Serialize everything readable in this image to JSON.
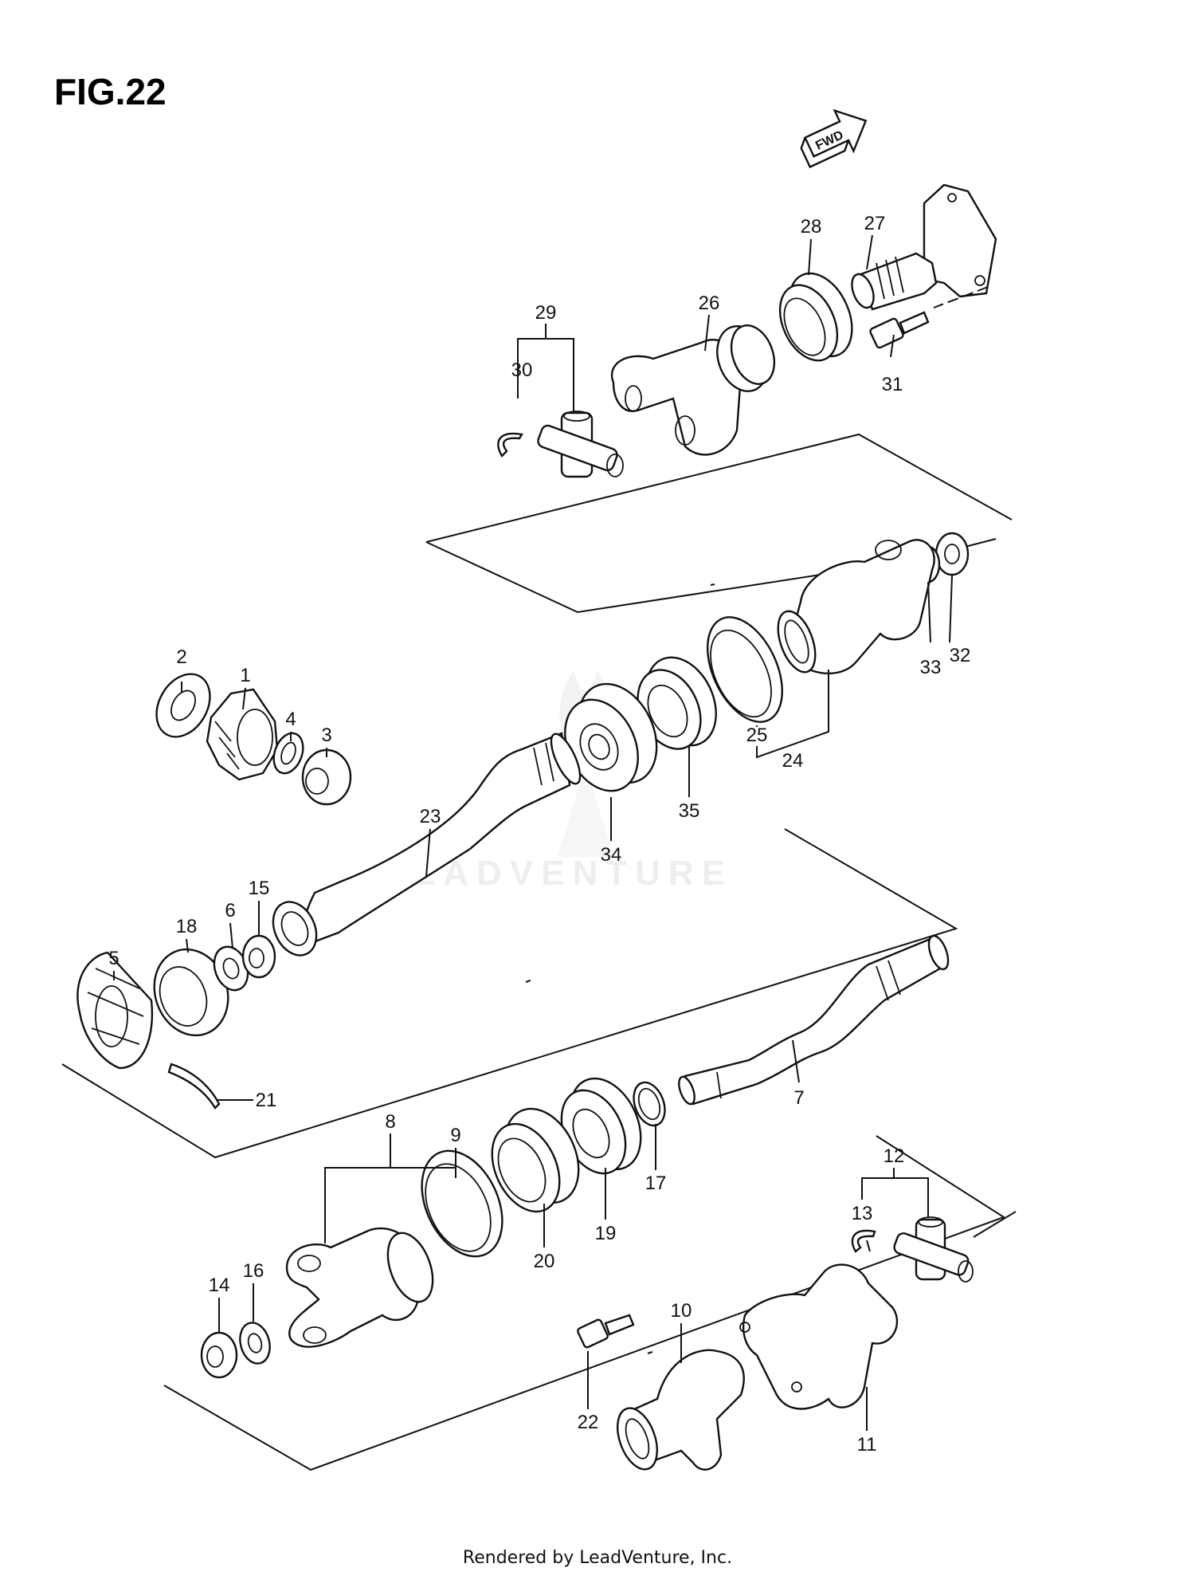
{
  "figure_title": "FIG.22",
  "fwd_label": "FWD",
  "watermark": "LEADVENTURE",
  "footer": "Rendered by LeadVenture, Inc.",
  "callouts": [
    "1",
    "2",
    "3",
    "4",
    "5",
    "6",
    "7",
    "8",
    "9",
    "10",
    "11",
    "12",
    "13",
    "14",
    "15",
    "16",
    "17",
    "18",
    "19",
    "20",
    "21",
    "22",
    "23",
    "24",
    "25",
    "26",
    "27",
    "28",
    "29",
    "30",
    "31",
    "32",
    "33",
    "34",
    "35"
  ]
}
